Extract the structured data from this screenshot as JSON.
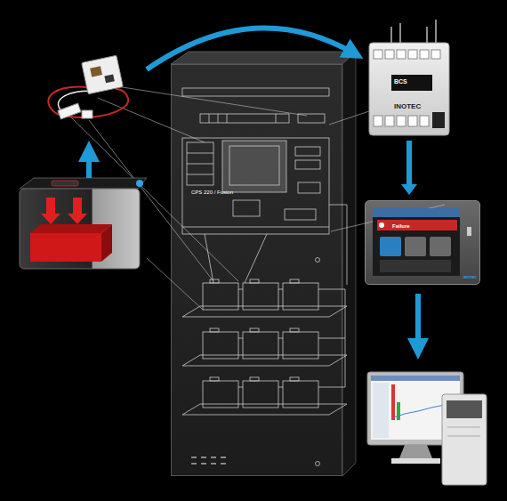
{
  "diagram": {
    "nodes": [
      {
        "text": [
          "CPS 220 / Fusion"
        ]
      },
      {
        "text": [
          "BCS",
          "INOTEC"
        ]
      },
      {
        "text": [
          "Failure",
          "INOTEC"
        ]
      }
    ],
    "edges": [
      {
        "from": 1,
        "to": 2,
        "arrow": "to"
      }
    ]
  }
}
